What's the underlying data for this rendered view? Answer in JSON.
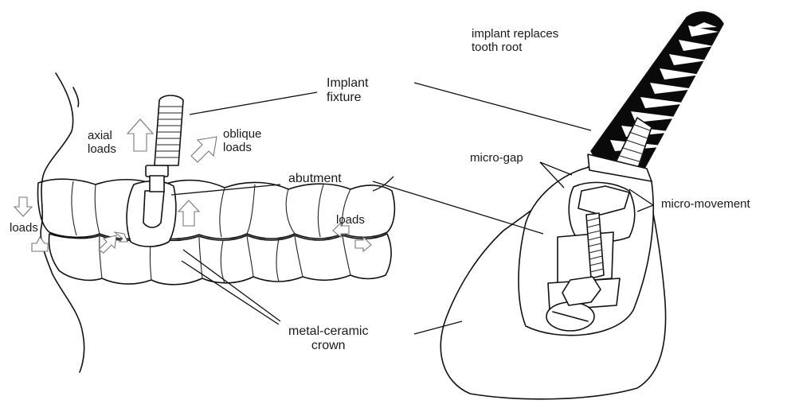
{
  "labels": {
    "implant_replaces_line1": "implant replaces",
    "implant_replaces_line2": "tooth root",
    "implant_fixture_line1": "Implant",
    "implant_fixture_line2": "fixture",
    "axial_line1": "axial",
    "axial_line2": "loads",
    "oblique_line1": "oblique",
    "oblique_line2": "loads",
    "abutment": "abutment",
    "micro_gap": "micro-gap",
    "micro_movement": "micro-movement",
    "loads_left": "loads",
    "loads_right": "loads",
    "crown_line1": "metal-ceramic",
    "crown_line2": "crown"
  },
  "colors": {
    "ink": "#111111",
    "arrow_outline": "#777777",
    "thread_dark": "#0a0a0a",
    "background": "#ffffff"
  }
}
